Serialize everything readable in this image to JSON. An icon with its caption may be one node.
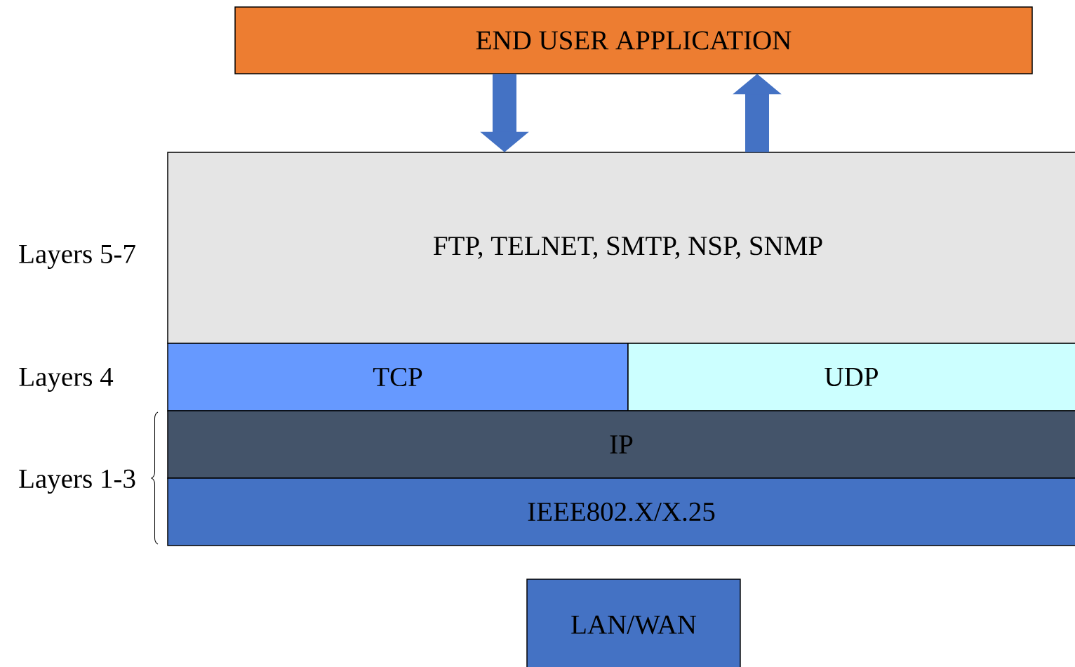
{
  "diagram": {
    "nodes": [
      {
        "text": [
          "END USER APPLICATION"
        ]
      },
      {
        "text": [
          "FTP, TELNET, SMTP, NSP, SNMP"
        ]
      },
      {
        "text": [
          "TCP"
        ]
      },
      {
        "text": [
          "UDP"
        ]
      },
      {
        "text": [
          "IP"
        ]
      },
      {
        "text": [
          "IEEE802.X/X.25"
        ]
      },
      {
        "text": [
          "LAN/WAN"
        ]
      }
    ],
    "edges": [
      {
        "from": 0,
        "to": 1,
        "arrow": "to"
      },
      {
        "from": 1,
        "to": 0,
        "arrow": "to"
      }
    ],
    "labels": [
      "Layers 5-7",
      "Layers 4",
      "Layers 1-3"
    ]
  }
}
